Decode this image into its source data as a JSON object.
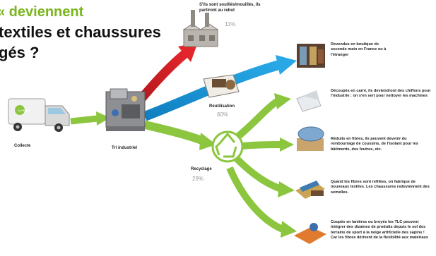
{
  "title": {
    "line1": "« deviennent",
    "line2": "textiles et chaussures",
    "line3": "gés ?"
  },
  "nodes": {
    "collecte": {
      "label": "Collecte"
    },
    "tri": {
      "label": "Tri industriel"
    },
    "recyclage": {
      "label": "Recyclage",
      "pct": "29%"
    },
    "reutilisation": {
      "label": "Réutilisation",
      "pct": "60%"
    },
    "incineration": {
      "label": "S'ils sont souillés/mouillés, ils partiront au rebut",
      "pct": "11%"
    }
  },
  "truck": {
    "logo": "Le Relais"
  },
  "outcomes": [
    {
      "text": "Revendus en boutique de seconde main en France ou à l'étranger"
    },
    {
      "text": "Découpés en carré, ils deviendront des chiffons pour l'industrie : on s'en sert pour nettoyer les machines"
    },
    {
      "text": "Réduits en fibres, ils peuvent devenir du rembourrage de coussins, de l'isolant pour les bâtiments, des feutres, etc."
    },
    {
      "text": "Quand les fibres sont refilées, on fabrique de nouveaux textiles. Les chaussures redeviennent des semelles."
    },
    {
      "text": "Coupés en lanières ou broyés les TLC peuvent intégrer des dizaines de produits depuis le sol des terrains de sport à la neige artificielle des sapins ! Car les fibres dérivent de la flexibilité aux matériaux"
    }
  ],
  "colors": {
    "green": "#8cc63f",
    "blue": "#1b9ad7",
    "red": "#e3262b",
    "title_green": "#7ab51d"
  }
}
